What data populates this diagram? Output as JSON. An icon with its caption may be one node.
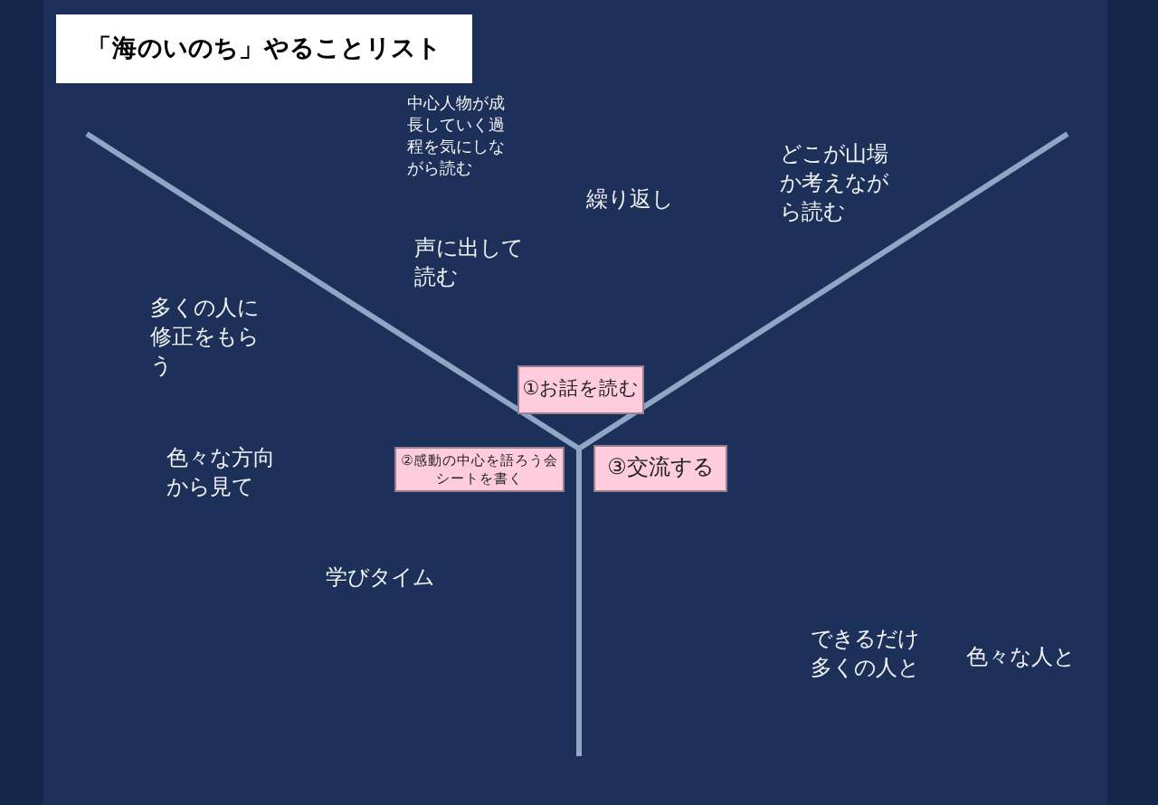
{
  "diagram": {
    "title": "「海のいのち」やることリスト",
    "nodes": [
      {
        "text": [
          "①お話を読む"
        ]
      },
      {
        "text": [
          "②感動の中心を語ろう会シートを書く"
        ]
      },
      {
        "text": [
          "③交流する"
        ]
      }
    ],
    "edges": [],
    "labels": [
      "中心人物が成長していく過程を気にしながら読む",
      "繰り返し",
      "どこが山場か考えながら読む",
      "声に出して読む",
      "多くの人に修正をもらう",
      "色々な方向から見て",
      "学びタイム",
      "できるだけ多くの人と",
      "色々な人と"
    ]
  }
}
